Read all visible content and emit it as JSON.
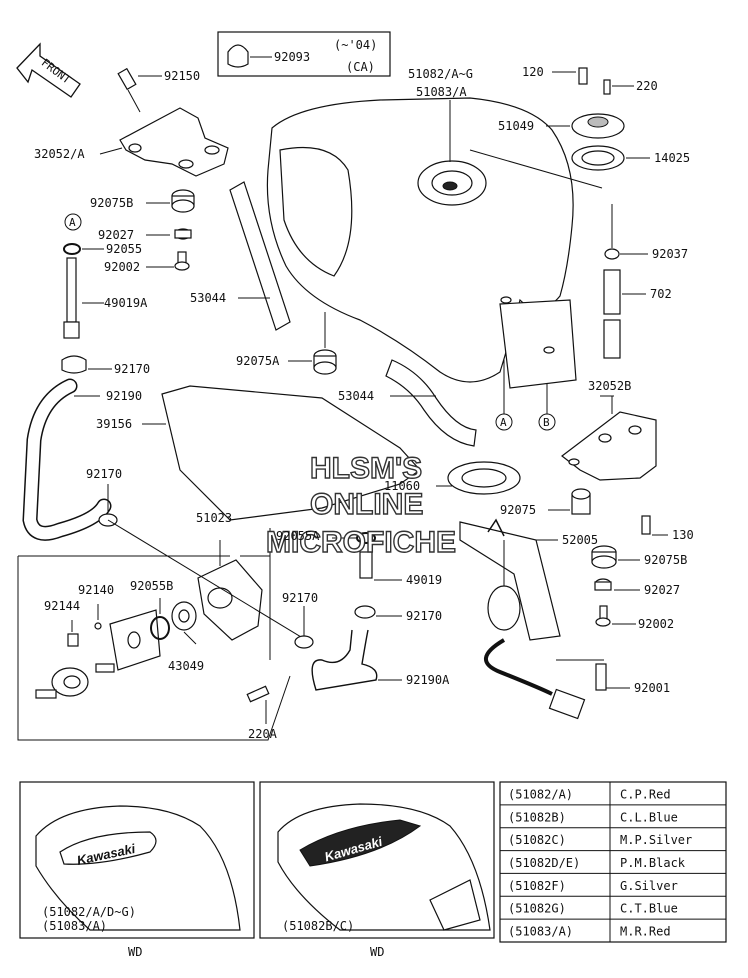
{
  "front_label": "FRONT",
  "watermark": [
    "HLSM'S",
    "ONLINE",
    "MICROFICHE"
  ],
  "legend_box": {
    "part": "92093",
    "note_line1": "(~'04)",
    "note_line2": "(CA)"
  },
  "callouts": [
    {
      "id": "c92150",
      "text": "92150"
    },
    {
      "id": "c32052A",
      "text": "32052/A"
    },
    {
      "id": "c92075B_l",
      "text": "92075B"
    },
    {
      "id": "cA_top",
      "text": "A"
    },
    {
      "id": "c92027_l",
      "text": "92027"
    },
    {
      "id": "c92055",
      "text": "92055"
    },
    {
      "id": "c92002_l",
      "text": "92002"
    },
    {
      "id": "c49019A",
      "text": "49019A"
    },
    {
      "id": "c53044_l",
      "text": "53044"
    },
    {
      "id": "c92075A",
      "text": "92075A"
    },
    {
      "id": "c92170_a",
      "text": "92170"
    },
    {
      "id": "c92190",
      "text": "92190"
    },
    {
      "id": "c39156",
      "text": "39156"
    },
    {
      "id": "c53044_m",
      "text": "53044"
    },
    {
      "id": "c51082",
      "text": "51082/A~G"
    },
    {
      "id": "c51083",
      "text": "51083/A"
    },
    {
      "id": "c120",
      "text": "120"
    },
    {
      "id": "c220",
      "text": "220"
    },
    {
      "id": "c51049",
      "text": "51049"
    },
    {
      "id": "c14025",
      "text": "14025"
    },
    {
      "id": "c92037",
      "text": "92037"
    },
    {
      "id": "c702",
      "text": "702"
    },
    {
      "id": "c32052B",
      "text": "32052B"
    },
    {
      "id": "cA_mid",
      "text": "A"
    },
    {
      "id": "cB_mid",
      "text": "B"
    },
    {
      "id": "c92170_b",
      "text": "92170"
    },
    {
      "id": "c51023",
      "text": "51023"
    },
    {
      "id": "c92055A",
      "text": "92055A"
    },
    {
      "id": "c11060",
      "text": "11060"
    },
    {
      "id": "c92075",
      "text": "92075"
    },
    {
      "id": "c130",
      "text": "130"
    },
    {
      "id": "c52005",
      "text": "52005"
    },
    {
      "id": "c92075B_r",
      "text": "92075B"
    },
    {
      "id": "c49019",
      "text": "49019"
    },
    {
      "id": "c92140",
      "text": "92140"
    },
    {
      "id": "c92055B",
      "text": "92055B"
    },
    {
      "id": "c92144",
      "text": "92144"
    },
    {
      "id": "c92170_c",
      "text": "92170"
    },
    {
      "id": "c92170_d",
      "text": "92170"
    },
    {
      "id": "c92027_r",
      "text": "92027"
    },
    {
      "id": "c92002_r",
      "text": "92002"
    },
    {
      "id": "c43049",
      "text": "43049"
    },
    {
      "id": "c92190A",
      "text": "92190A"
    },
    {
      "id": "c92001",
      "text": "92001"
    },
    {
      "id": "c220A",
      "text": "220A"
    }
  ],
  "tank_views": [
    {
      "brand": "Kawasaki",
      "line1": "(51082/A/D~G)",
      "line2": "(51083/A)",
      "caption": "WD"
    },
    {
      "brand": "Kawasaki",
      "line1": "(51082B/C)",
      "line2": "",
      "caption": "WD"
    }
  ],
  "color_table": [
    {
      "code": "(51082/A)",
      "color": "C.P.Red"
    },
    {
      "code": "(51082B)",
      "color": "C.L.Blue"
    },
    {
      "code": "(51082C)",
      "color": "M.P.Silver"
    },
    {
      "code": "(51082D/E)",
      "color": "P.M.Black"
    },
    {
      "code": "(51082F)",
      "color": "G.Silver"
    },
    {
      "code": "(51082G)",
      "color": "C.T.Blue"
    },
    {
      "code": "(51083/A)",
      "color": "M.R.Red"
    }
  ]
}
